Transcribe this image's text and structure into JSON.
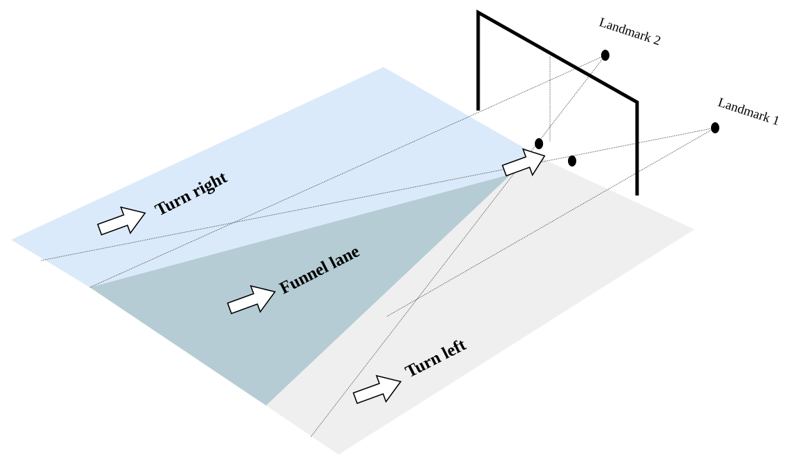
{
  "diagram": {
    "regions": {
      "turn_right": "Turn right",
      "funnel_lane": "Funnel lane",
      "turn_left": "Turn left"
    },
    "landmarks": {
      "landmark_1": "Landmark 1",
      "landmark_2": "Landmark 2"
    },
    "colors": {
      "turn_right_region": "#dbeafa",
      "funnel_lane_region": "#b5ccd4",
      "turn_left_region": "#efefef",
      "frame": "#000000"
    }
  }
}
